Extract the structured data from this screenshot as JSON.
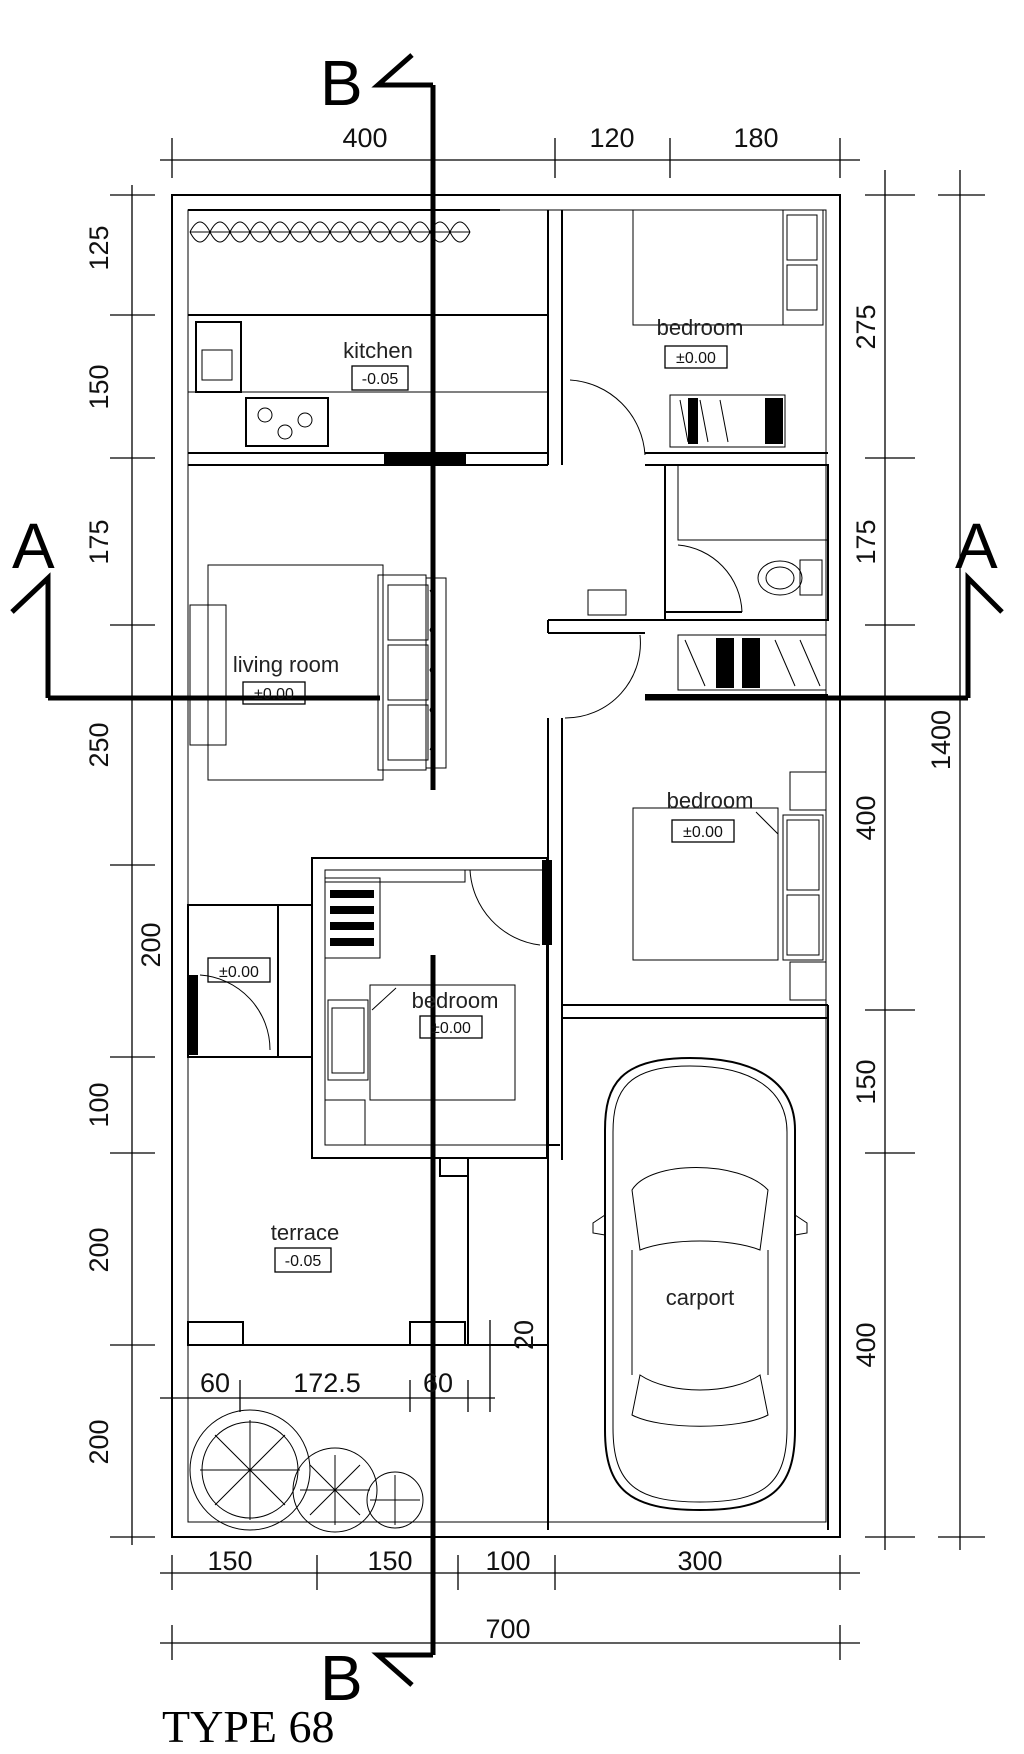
{
  "title": "TYPE 68",
  "section_markers": {
    "a": "A",
    "b": "B"
  },
  "dimensions": {
    "top": [
      "400",
      "120",
      "180"
    ],
    "bottom_parts": [
      "150",
      "150",
      "100",
      "300"
    ],
    "bottom_total": "700",
    "left": [
      "125",
      "150",
      "175",
      "250",
      "200",
      "100",
      "200",
      "200"
    ],
    "right": [
      "275",
      "175",
      "400",
      "150",
      "400"
    ],
    "right_total": "1400",
    "terrace_front": [
      "60",
      "172.5",
      "60"
    ],
    "step": "20"
  },
  "rooms": {
    "kitchen": {
      "name": "kitchen",
      "level": "-0.05"
    },
    "bedroom_1": {
      "name": "bedroom",
      "level": "±0.00"
    },
    "living_room": {
      "name": "living room",
      "level": "±0.00"
    },
    "bedroom_2": {
      "name": "bedroom",
      "level": "±0.00"
    },
    "bedroom_3": {
      "name": "bedroom",
      "level": "±0.00"
    },
    "entry_level": "±0.00",
    "terrace": {
      "name": "terrace",
      "level": "-0.05"
    },
    "carport": {
      "name": "carport"
    }
  }
}
